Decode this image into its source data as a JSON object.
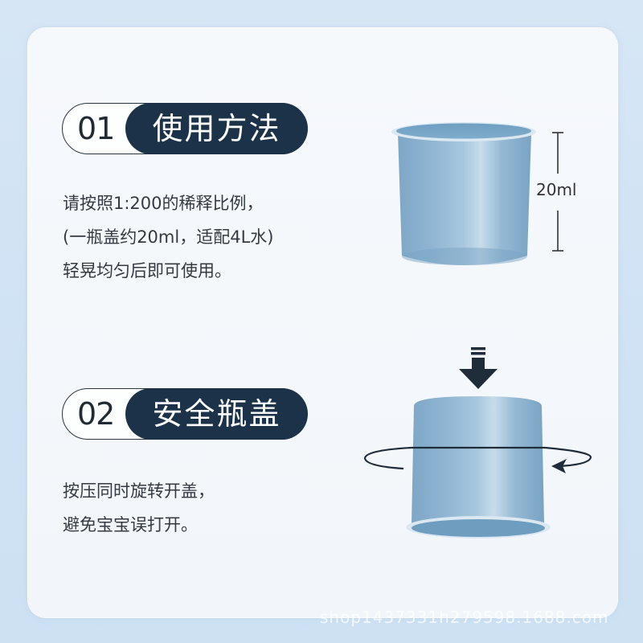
{
  "sections": [
    {
      "number": "01",
      "title": "使用方法",
      "lines": [
        "请按照1:200的稀释比例，",
        "(一瓶盖约20ml，适配4L水)",
        "轻晃均匀后即可使用。"
      ]
    },
    {
      "number": "02",
      "title": "安全瓶盖",
      "lines": [
        "按压同时旋转开盖，",
        "避免宝宝误打开。"
      ]
    }
  ],
  "illustrations": {
    "cup_measure": {
      "label": "20ml",
      "icon": "measuring-cap-icon"
    },
    "cup_safety": {
      "icons": [
        "press-down-arrow-icon",
        "rotate-arrow-icon",
        "safety-cap-icon"
      ]
    }
  },
  "colors": {
    "accent_dark": "#1c3248",
    "cup_blue": "#7fa9c9",
    "background": "#d6e6f5",
    "card": "#f4f7fb"
  },
  "watermark": "shop1437331h279598.1688.com"
}
